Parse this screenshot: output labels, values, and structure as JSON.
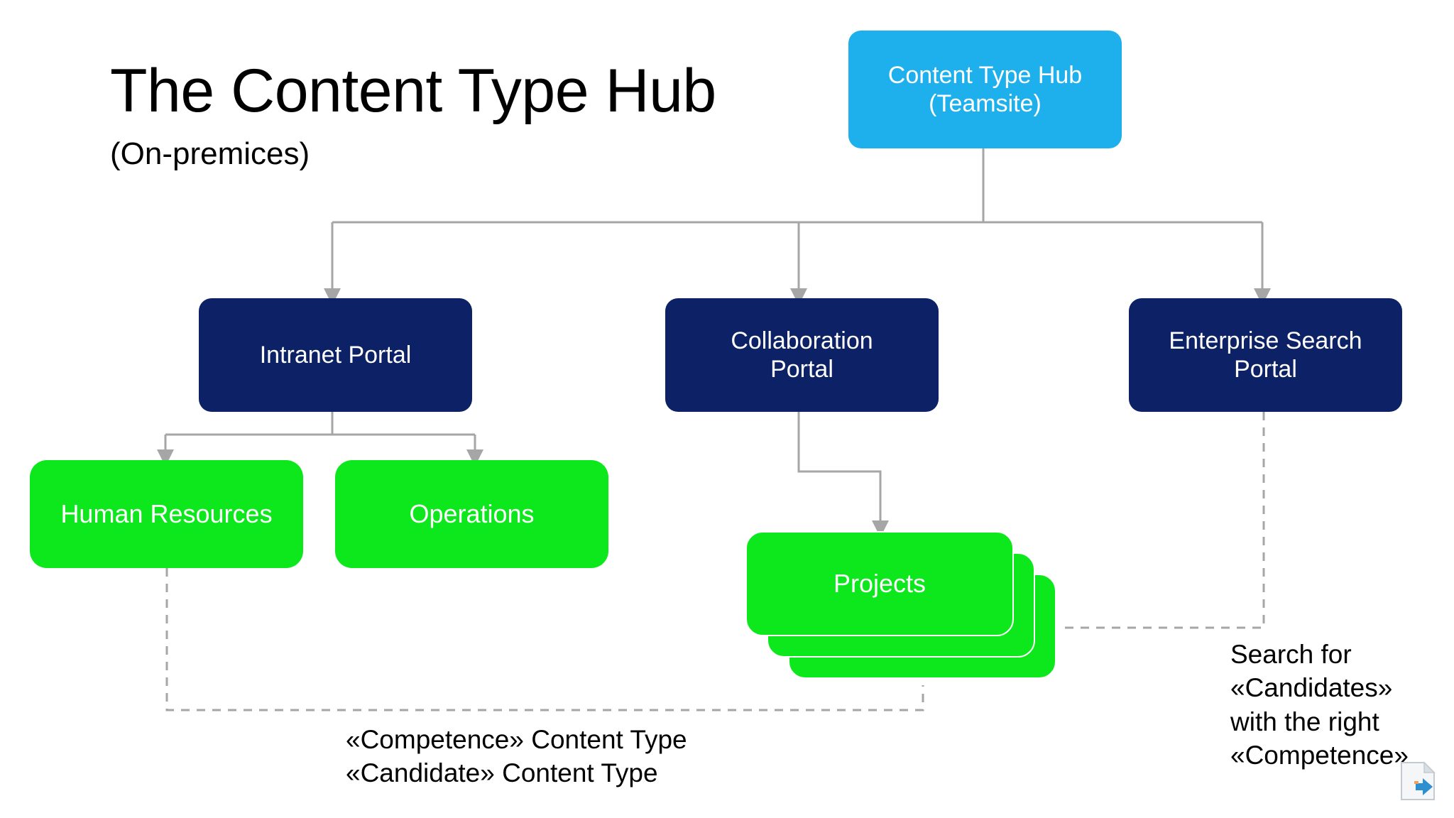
{
  "title": {
    "main": "The Content Type Hub",
    "subtitle": "(On-premices)"
  },
  "colors": {
    "hub_blue": "#1EB0EC",
    "portal_navy": "#0C2166",
    "dept_green": "#0CE81C",
    "connector_gray": "#A6A6A6",
    "text_dark": "#000000",
    "text_light": "#FFFFFF"
  },
  "nodes": {
    "hub": {
      "label": "Content Type Hub\n(Teamsite)"
    },
    "portals": [
      {
        "label": "Intranet Portal"
      },
      {
        "label": "Collaboration\nPortal"
      },
      {
        "label": "Enterprise Search\nPortal"
      }
    ],
    "departments": [
      {
        "label": "Human Resources"
      },
      {
        "label": "Operations"
      }
    ],
    "projects": {
      "label": "Projects",
      "card_count": 3
    }
  },
  "captions": {
    "left": "«Competence» Content Type\n«Candidate» Content Type",
    "right": "Search for\n«Candidates»\nwith the right\n«Competence»"
  },
  "icons": {
    "doc_arrow": "document-arrow-icon"
  }
}
